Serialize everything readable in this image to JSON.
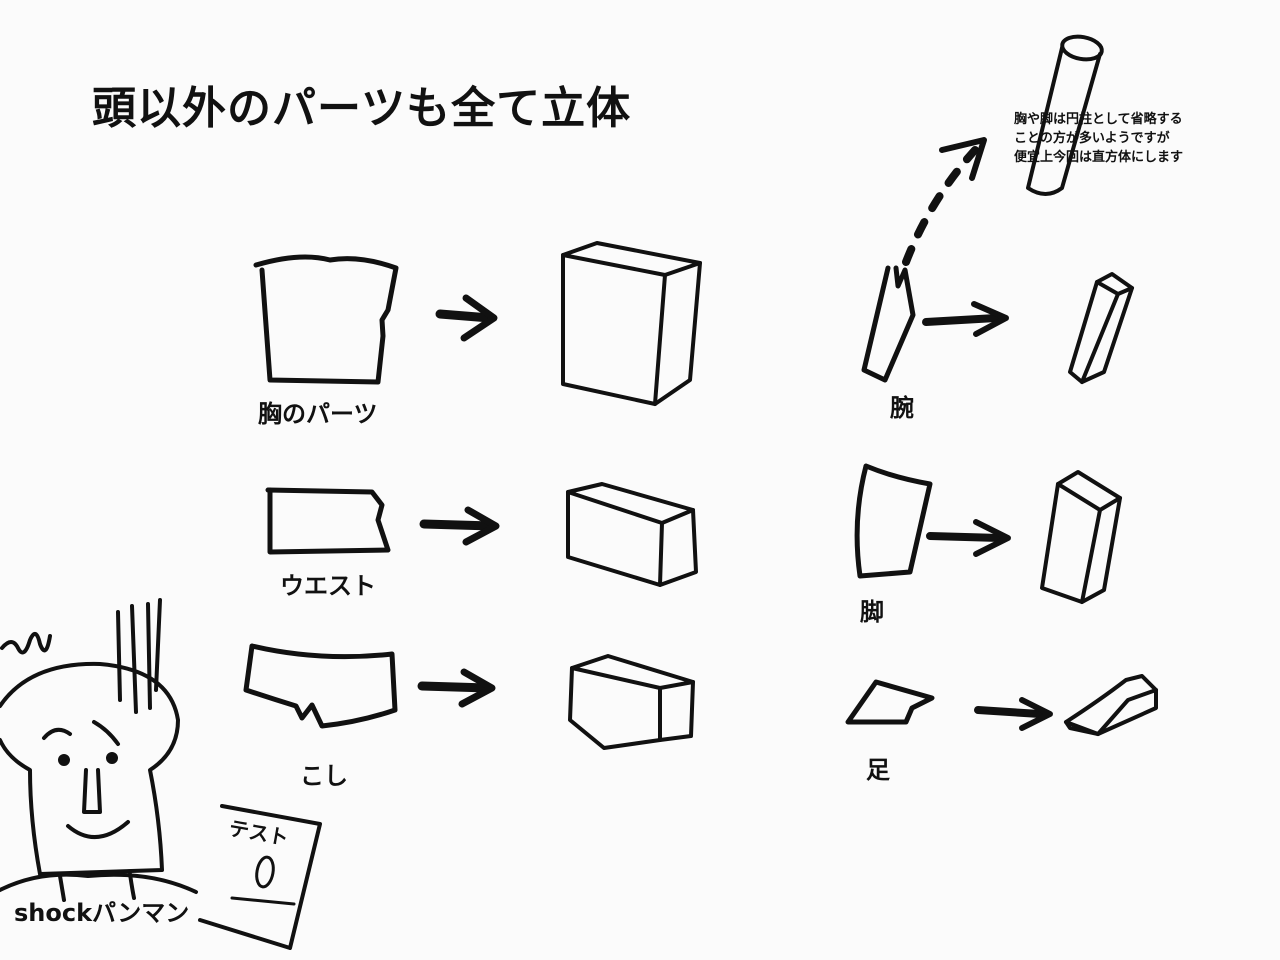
{
  "title": "頭以外のパーツも全て立体",
  "note": {
    "lines": [
      "胸や脚は円柱として省略する",
      "ことの方が多いようですが",
      "便宜上今回は直方体にします"
    ]
  },
  "labels": {
    "chest": "胸のパーツ",
    "waist": "ウエスト",
    "hip": "こし",
    "arm": "腕",
    "leg": "脚",
    "foot": "足"
  },
  "character": {
    "name": "shockパンマン",
    "test_paper": "テスト",
    "test_score": "0"
  },
  "colors": {
    "ink": "#111111",
    "paper": "#fbfbfb"
  }
}
